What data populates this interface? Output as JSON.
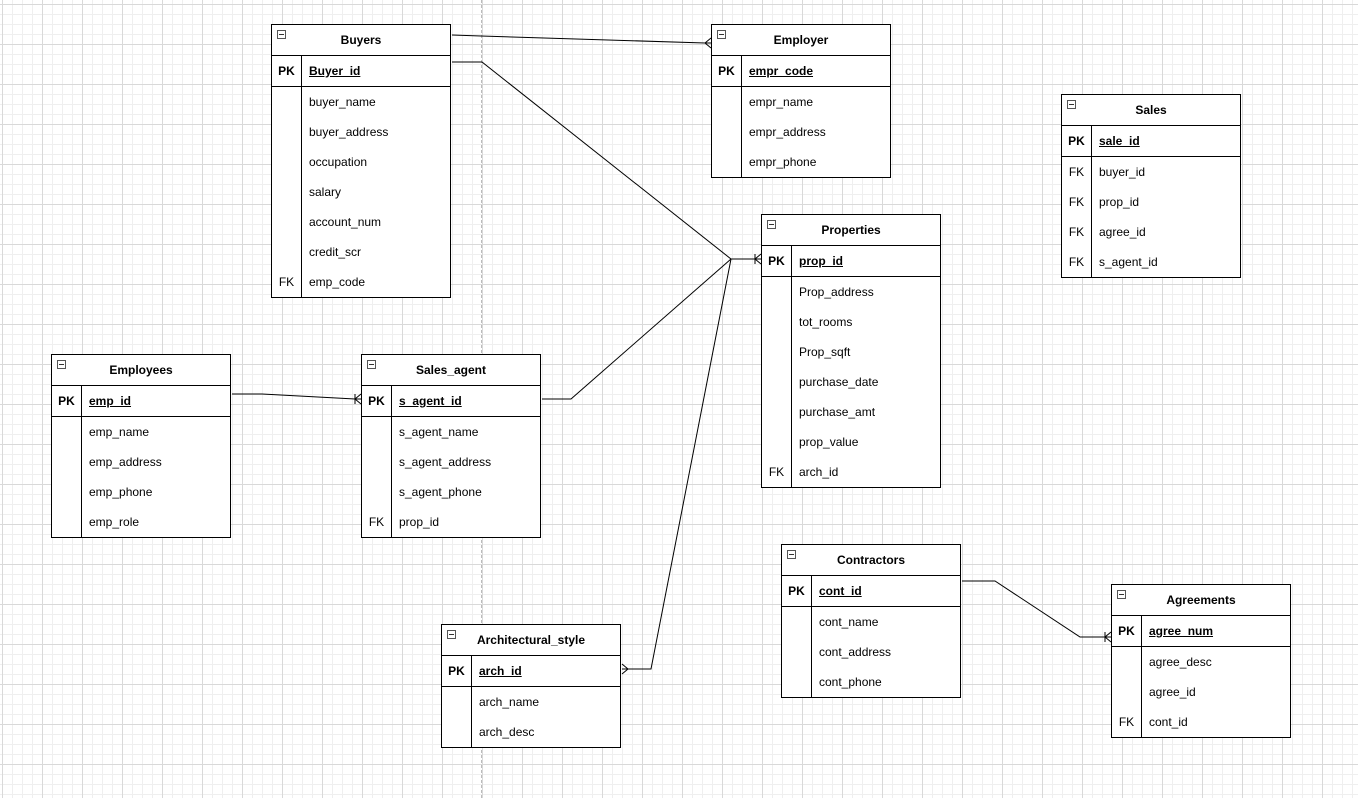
{
  "tables": [
    {
      "id": "buyers",
      "name": "Buyers",
      "pk": {
        "key": "PK",
        "field": "Buyer_id"
      },
      "attributes": [
        {
          "key": "",
          "field": "buyer_name"
        },
        {
          "key": "",
          "field": "buyer_address"
        },
        {
          "key": "",
          "field": "occupation"
        },
        {
          "key": "",
          "field": "salary"
        },
        {
          "key": "",
          "field": "account_num"
        },
        {
          "key": "",
          "field": "credit_scr"
        },
        {
          "key": "FK",
          "field": "emp_code"
        }
      ]
    },
    {
      "id": "employer",
      "name": "Employer",
      "pk": {
        "key": "PK",
        "field": "empr_code"
      },
      "attributes": [
        {
          "key": "",
          "field": "empr_name"
        },
        {
          "key": "",
          "field": "empr_address"
        },
        {
          "key": "",
          "field": "empr_phone"
        }
      ]
    },
    {
      "id": "sales",
      "name": "Sales",
      "pk": {
        "key": "PK",
        "field": "sale_id"
      },
      "attributes": [
        {
          "key": "FK",
          "field": "buyer_id"
        },
        {
          "key": "FK",
          "field": "prop_id"
        },
        {
          "key": "FK",
          "field": "agree_id"
        },
        {
          "key": "FK",
          "field": "s_agent_id"
        }
      ]
    },
    {
      "id": "properties",
      "name": "Properties",
      "pk": {
        "key": "PK",
        "field": "prop_id"
      },
      "attributes": [
        {
          "key": "",
          "field": "Prop_address"
        },
        {
          "key": "",
          "field": "tot_rooms"
        },
        {
          "key": "",
          "field": "Prop_sqft"
        },
        {
          "key": "",
          "field": "purchase_date"
        },
        {
          "key": "",
          "field": "purchase_amt"
        },
        {
          "key": "",
          "field": "prop_value"
        },
        {
          "key": "FK",
          "field": "arch_id"
        }
      ]
    },
    {
      "id": "employees",
      "name": "Employees",
      "pk": {
        "key": "PK",
        "field": "emp_id"
      },
      "attributes": [
        {
          "key": "",
          "field": "emp_name"
        },
        {
          "key": "",
          "field": "emp_address"
        },
        {
          "key": "",
          "field": "emp_phone"
        },
        {
          "key": "",
          "field": "emp_role"
        }
      ]
    },
    {
      "id": "sales_agent",
      "name": "Sales_agent",
      "pk": {
        "key": "PK",
        "field": "s_agent_id"
      },
      "attributes": [
        {
          "key": "",
          "field": "s_agent_name"
        },
        {
          "key": "",
          "field": "s_agent_address"
        },
        {
          "key": "",
          "field": "s_agent_phone"
        },
        {
          "key": "FK",
          "field": "prop_id"
        }
      ]
    },
    {
      "id": "contractors",
      "name": "Contractors",
      "pk": {
        "key": "PK",
        "field": "cont_id"
      },
      "attributes": [
        {
          "key": "",
          "field": "cont_name"
        },
        {
          "key": "",
          "field": "cont_address"
        },
        {
          "key": "",
          "field": "cont_phone"
        }
      ]
    },
    {
      "id": "agreements",
      "name": "Agreements",
      "pk": {
        "key": "PK",
        "field": "agree_num"
      },
      "attributes": [
        {
          "key": "",
          "field": "agree_desc"
        },
        {
          "key": "",
          "field": "agree_id"
        },
        {
          "key": "FK",
          "field": "cont_id"
        }
      ]
    },
    {
      "id": "architectural_style",
      "name": "Architectural_style",
      "pk": {
        "key": "PK",
        "field": "arch_id"
      },
      "attributes": [
        {
          "key": "",
          "field": "arch_name"
        },
        {
          "key": "",
          "field": "arch_desc"
        }
      ]
    }
  ],
  "relationships": [
    {
      "from": "buyers",
      "to": "employer",
      "from_end": "none",
      "to_end": "many"
    },
    {
      "from": "buyers",
      "to": "properties",
      "from_end": "none",
      "to_end": "one-or-many"
    },
    {
      "from": "sales_agent",
      "to": "properties",
      "from_end": "none",
      "to_end": "one-or-many"
    },
    {
      "from": "architectural_style",
      "to": "properties",
      "from_end": "many",
      "to_end": "one-or-many"
    },
    {
      "from": "employees",
      "to": "sales_agent",
      "from_end": "none",
      "to_end": "one-or-many"
    },
    {
      "from": "contractors",
      "to": "agreements",
      "from_end": "none",
      "to_end": "one-or-many"
    }
  ],
  "colors": {
    "line": "#000000",
    "grid": "#d9d9d9",
    "background": "#ffffff"
  }
}
